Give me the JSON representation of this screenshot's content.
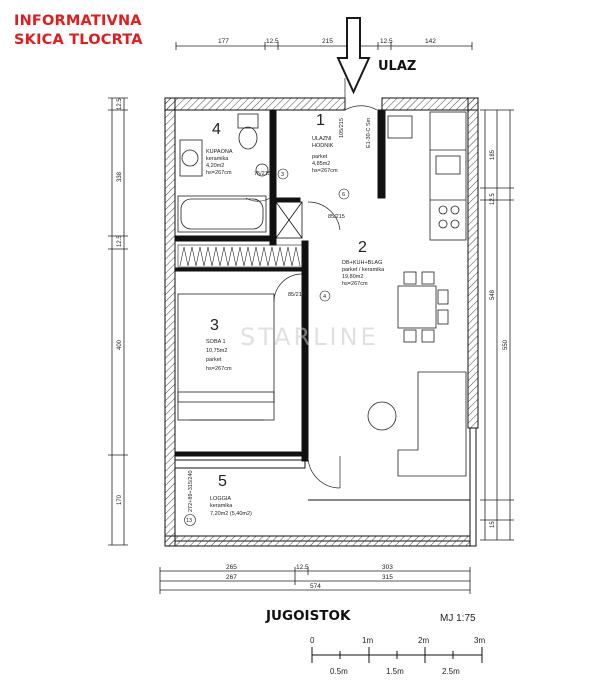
{
  "overlay": {
    "title_line1": "INFORMATIVNA",
    "title_line2": "SKICA TLOCRTA",
    "entrance": "ULAZ",
    "orientation": "JUGOISTOK",
    "scale_ratio": "MJ 1:75",
    "watermark": "STARLINE",
    "accent_color": "#e21c1c"
  },
  "rooms": [
    {
      "number": "1",
      "name": "ULAZNI",
      "name2": "HODNIK",
      "area": "4,85m2",
      "floor": "parket",
      "height": "hs=267cm"
    },
    {
      "number": "2",
      "name": "DB+KUH+BLAG",
      "area": "19,80m2",
      "floor": "parket / keramika",
      "height": "hs=267cm"
    },
    {
      "number": "3",
      "name": "SOBA 1",
      "area": "10,75m2",
      "floor": "parket",
      "height": "hs=267cm"
    },
    {
      "number": "4",
      "name": "KUPAONA",
      "area": "4,20m2",
      "floor": "keramika",
      "height": "hs=267cm"
    },
    {
      "number": "5",
      "name": "LOGGIA",
      "area": "7,20m2 (5,40m2)",
      "floor": "keramika",
      "height": ""
    }
  ],
  "door_marks": [
    {
      "fraction": "75/215",
      "number": "3",
      "rot": ""
    },
    {
      "fraction": "85/215",
      "number": "6",
      "rot": ""
    },
    {
      "fraction": "85/215",
      "number": "4",
      "rot": ""
    },
    {
      "fraction": "105/215",
      "number": "",
      "rot": ""
    },
    {
      "fraction": "272+89+315/240",
      "number": "13",
      "rot": "vertical"
    }
  ],
  "dimensions": {
    "top": [
      "177",
      "12.5",
      "215",
      "12.5",
      "142"
    ],
    "bottom_row1": [
      "265",
      "12.5",
      "303"
    ],
    "bottom_row2": [
      "267",
      "315"
    ],
    "bottom_row3": [
      "574"
    ],
    "left": [
      "12.5",
      "338",
      "12.5",
      "400",
      "170"
    ],
    "right": [
      "185",
      "12.5",
      "548",
      "550",
      "15"
    ],
    "door_label": "E1-30-C Sm"
  },
  "scale_bar": {
    "top_labels": [
      "0",
      "1m",
      "2m",
      "3m"
    ],
    "bottom_labels": [
      "0.5m",
      "1.5m",
      "2.5m"
    ]
  }
}
